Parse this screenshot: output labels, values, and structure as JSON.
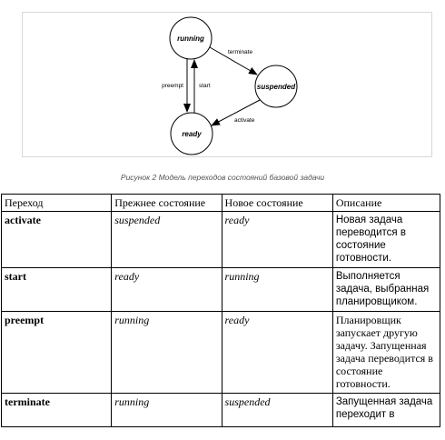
{
  "diagram": {
    "states": [
      {
        "id": "running",
        "label": "running"
      },
      {
        "id": "suspended",
        "label": "suspended"
      },
      {
        "id": "ready",
        "label": "ready"
      }
    ],
    "edges": [
      {
        "label": "terminate",
        "from": "running",
        "to": "suspended"
      },
      {
        "label": "preempt",
        "from": "running",
        "to": "ready"
      },
      {
        "label": "start",
        "from": "ready",
        "to": "running"
      },
      {
        "label": "activate",
        "from": "suspended",
        "to": "ready"
      }
    ]
  },
  "caption": "Рисунок 2 Модель переходов состояний базовой задачи",
  "table": {
    "headers": [
      "Переход",
      "Прежнее состояние",
      "Новое состояние",
      "Описание"
    ],
    "rows": [
      {
        "transition": "activate",
        "prev": "suspended",
        "next": "ready",
        "desc": "Новая задача переводится в состояние готовности."
      },
      {
        "transition": "start",
        "prev": "ready",
        "next": "running",
        "desc": "Выполняется задача, выбранная планировщиком."
      },
      {
        "transition": "preempt",
        "prev": "running",
        "next": "ready",
        "desc": "Планировщик запускает другую задачу. Запущенная задача переводится в состояние готовности."
      },
      {
        "transition": "terminate",
        "prev": "running",
        "next": "suspended",
        "desc": "Запущенная задача переходит в"
      }
    ]
  }
}
